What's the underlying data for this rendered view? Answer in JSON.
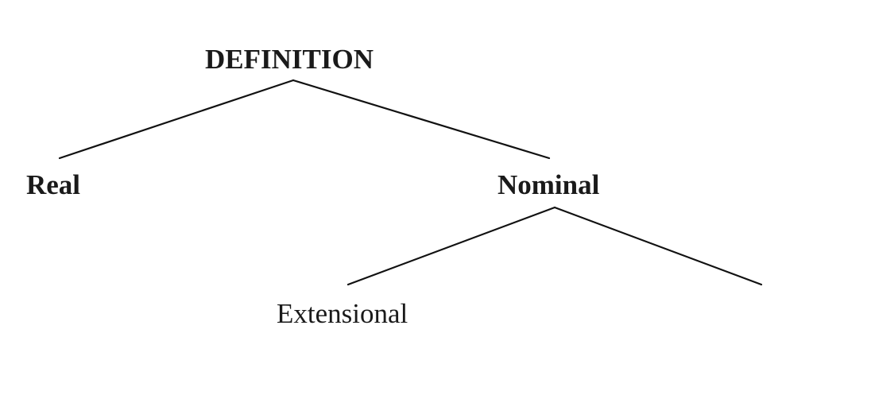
{
  "diagram": {
    "type": "tree",
    "root": {
      "label": "DEFINITION",
      "children": [
        {
          "label": "Real"
        },
        {
          "label": "Nominal",
          "children": [
            {
              "label": "Extensional"
            },
            {
              "label": ""
            }
          ]
        }
      ]
    }
  }
}
